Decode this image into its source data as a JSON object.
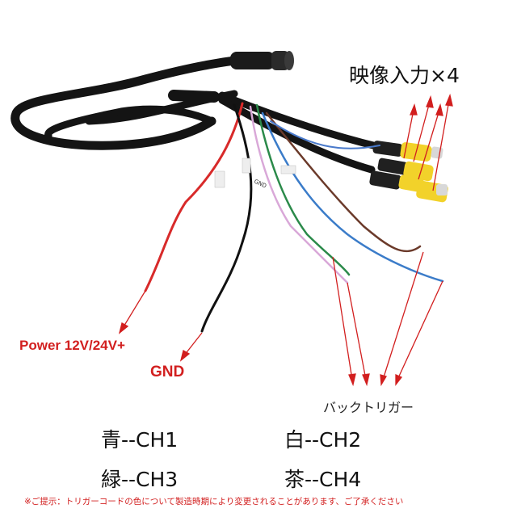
{
  "labels": {
    "video_input": "映像入力×4",
    "power": "Power 12V/24V+",
    "gnd": "GND",
    "back_trigger": "バックトリガー",
    "wire_gnd_tag": "GND"
  },
  "channels": [
    {
      "label": "青--CH1"
    },
    {
      "label": "白--CH2"
    },
    {
      "label": "緑--CH3"
    },
    {
      "label": "茶--CH4"
    }
  ],
  "note": "※ご提示：トリガーコードの色について製造時期により変更されることがあります、ご了承ください",
  "colors": {
    "arrow_red": "#d21f1f",
    "rca_yellow": "#f2d22a",
    "cable_black": "#141414"
  }
}
